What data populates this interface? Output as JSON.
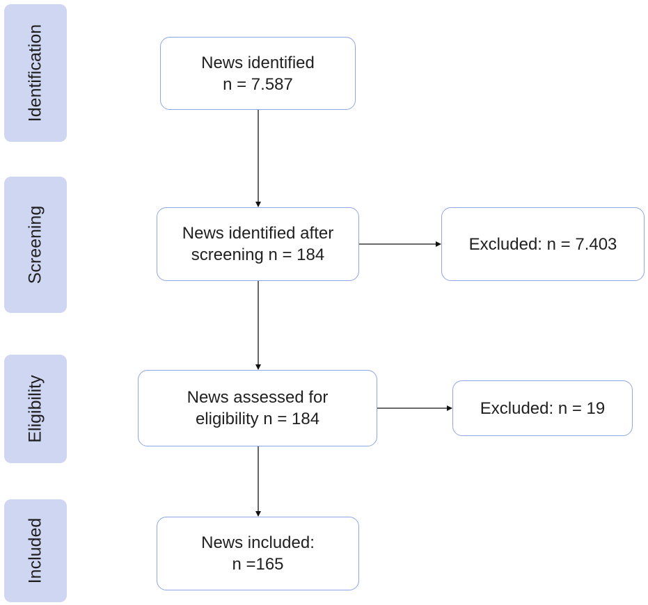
{
  "stages": {
    "identification": "Identification",
    "screening": "Screening",
    "eligibility": "Eligibility",
    "included": "Included"
  },
  "boxes": {
    "identified": "News identified\nn = 7.587",
    "screened": "News identified after\nscreening n = 184",
    "excluded_screening": "Excluded: n = 7.403",
    "assessed": "News assessed for\neligibility n = 184",
    "excluded_eligibility": "Excluded: n = 19",
    "included": "News included:\nn =165"
  },
  "colors": {
    "stage_fill": "#cfd6f2",
    "box_border": "#8fa5e6",
    "arrow": "#111111"
  }
}
